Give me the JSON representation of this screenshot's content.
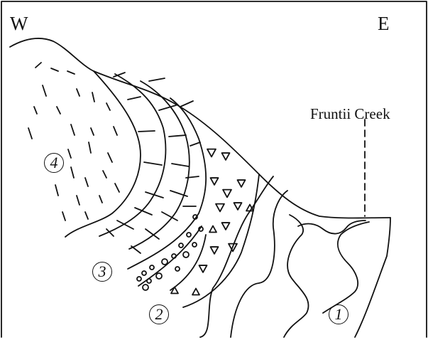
{
  "orientation": {
    "west": "W",
    "east": "E"
  },
  "annotations": {
    "creek": "Fruntii Creek"
  },
  "units": [
    {
      "id": "unit-1",
      "label": "1"
    },
    {
      "id": "unit-2",
      "label": "2"
    },
    {
      "id": "unit-3",
      "label": "3"
    },
    {
      "id": "unit-4",
      "label": "4"
    }
  ]
}
